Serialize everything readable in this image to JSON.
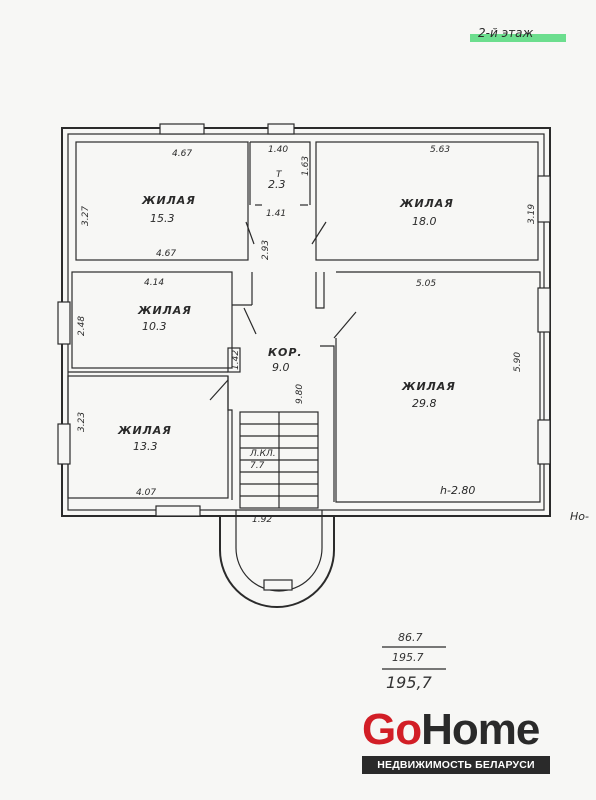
{
  "floor_label": "2-й этаж",
  "rooms": [
    {
      "name": "ЖИЛАЯ",
      "area": "15.3"
    },
    {
      "name": "ЖИЛАЯ",
      "area": "18.0"
    },
    {
      "name": "ЖИЛАЯ",
      "area": "10.3"
    },
    {
      "name": "ЖИЛАЯ",
      "area": "29.8"
    },
    {
      "name": "ЖИЛАЯ",
      "area": "13.3"
    },
    {
      "name": "Т",
      "area": "2.3"
    },
    {
      "name": "КОР.",
      "area": "9.0"
    },
    {
      "name": "Л.КЛ.",
      "area": "7.7"
    }
  ],
  "dimensions": [
    "4.67",
    "3.27",
    "4.67",
    "1.40",
    "1.63",
    "1.41",
    "2.93",
    "5.63",
    "3.19",
    "4.14",
    "2.48",
    "1.42",
    "9.80",
    "5.05",
    "5.90",
    "3.23",
    "4.07",
    "1.92"
  ],
  "height_label": "h-2.80",
  "edge_note": "Но-",
  "totals": [
    "86.7",
    "195.7",
    "195,7"
  ],
  "logo": {
    "go": "Go",
    "home": "Home",
    "tagline": "НЕДВИЖИМОСТЬ БЕЛАРУСИ"
  },
  "colors": {
    "brand_red": "#d21e26",
    "brand_dark": "#2a2a2a",
    "highlight": "#3dd66b"
  }
}
